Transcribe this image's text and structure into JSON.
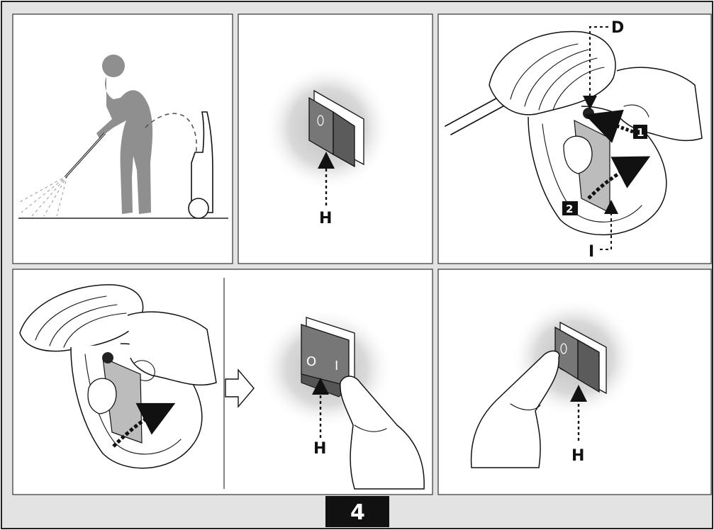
{
  "figure": {
    "number": "4",
    "panels": [
      {
        "id": "user-spraying"
      },
      {
        "id": "switch-off",
        "labels": [
          "H"
        ]
      },
      {
        "id": "gun-trigger-lock",
        "labels": [
          "D",
          "I"
        ],
        "steps": [
          "1",
          "2"
        ]
      },
      {
        "id": "switch-on",
        "labels": [
          "H"
        ],
        "switch_marks": [
          "O",
          "I"
        ]
      },
      {
        "id": "switch-press",
        "labels": [
          "H"
        ]
      }
    ]
  },
  "colors": {
    "frame_bg": "#e3e3e3",
    "panel_bg": "#ffffff",
    "switch_dark": "#5b5b5b",
    "figure_silhouette": "#8f8f8f",
    "badge": "#111111"
  }
}
